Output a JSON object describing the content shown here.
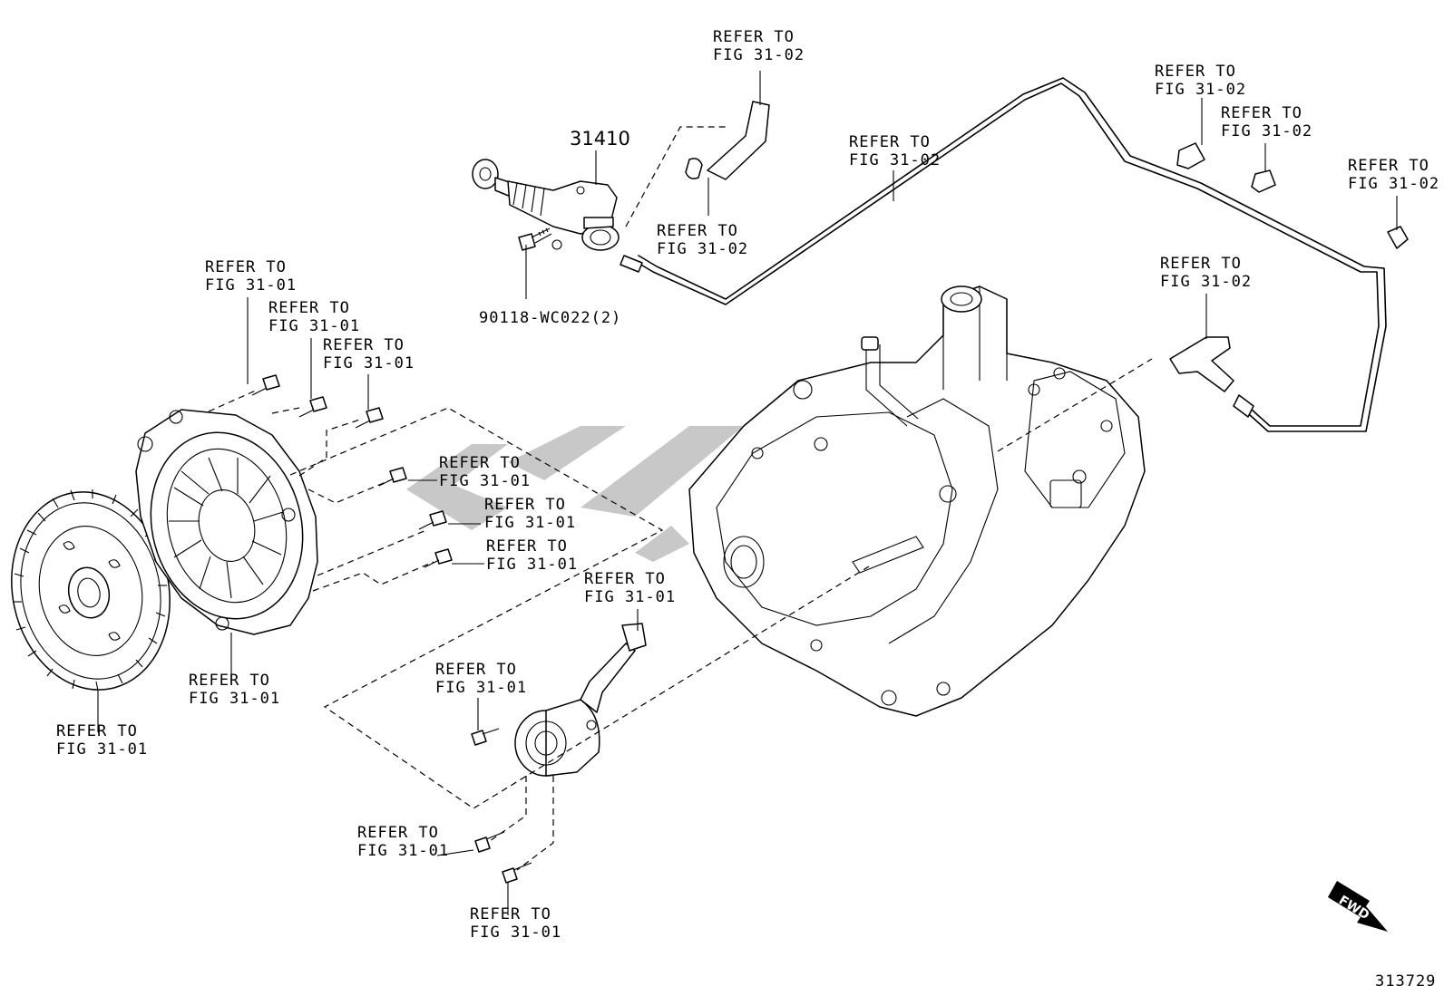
{
  "callouts": {
    "master_cyl_part": "31410",
    "master_cyl_bolt": "90118-WC022(2)",
    "diagram_id": "313729",
    "fwd_arrow": "FWD"
  },
  "refer": {
    "line1": "REFER TO",
    "fig_3101": "FIG 31-01",
    "fig_3102": "FIG 31-02"
  },
  "icons": {
    "fwd": "forward-direction-arrow-icon",
    "watermark": "watermark-logo"
  },
  "colors": {
    "ink": "#000000",
    "watermark": "#9a9a9a"
  }
}
